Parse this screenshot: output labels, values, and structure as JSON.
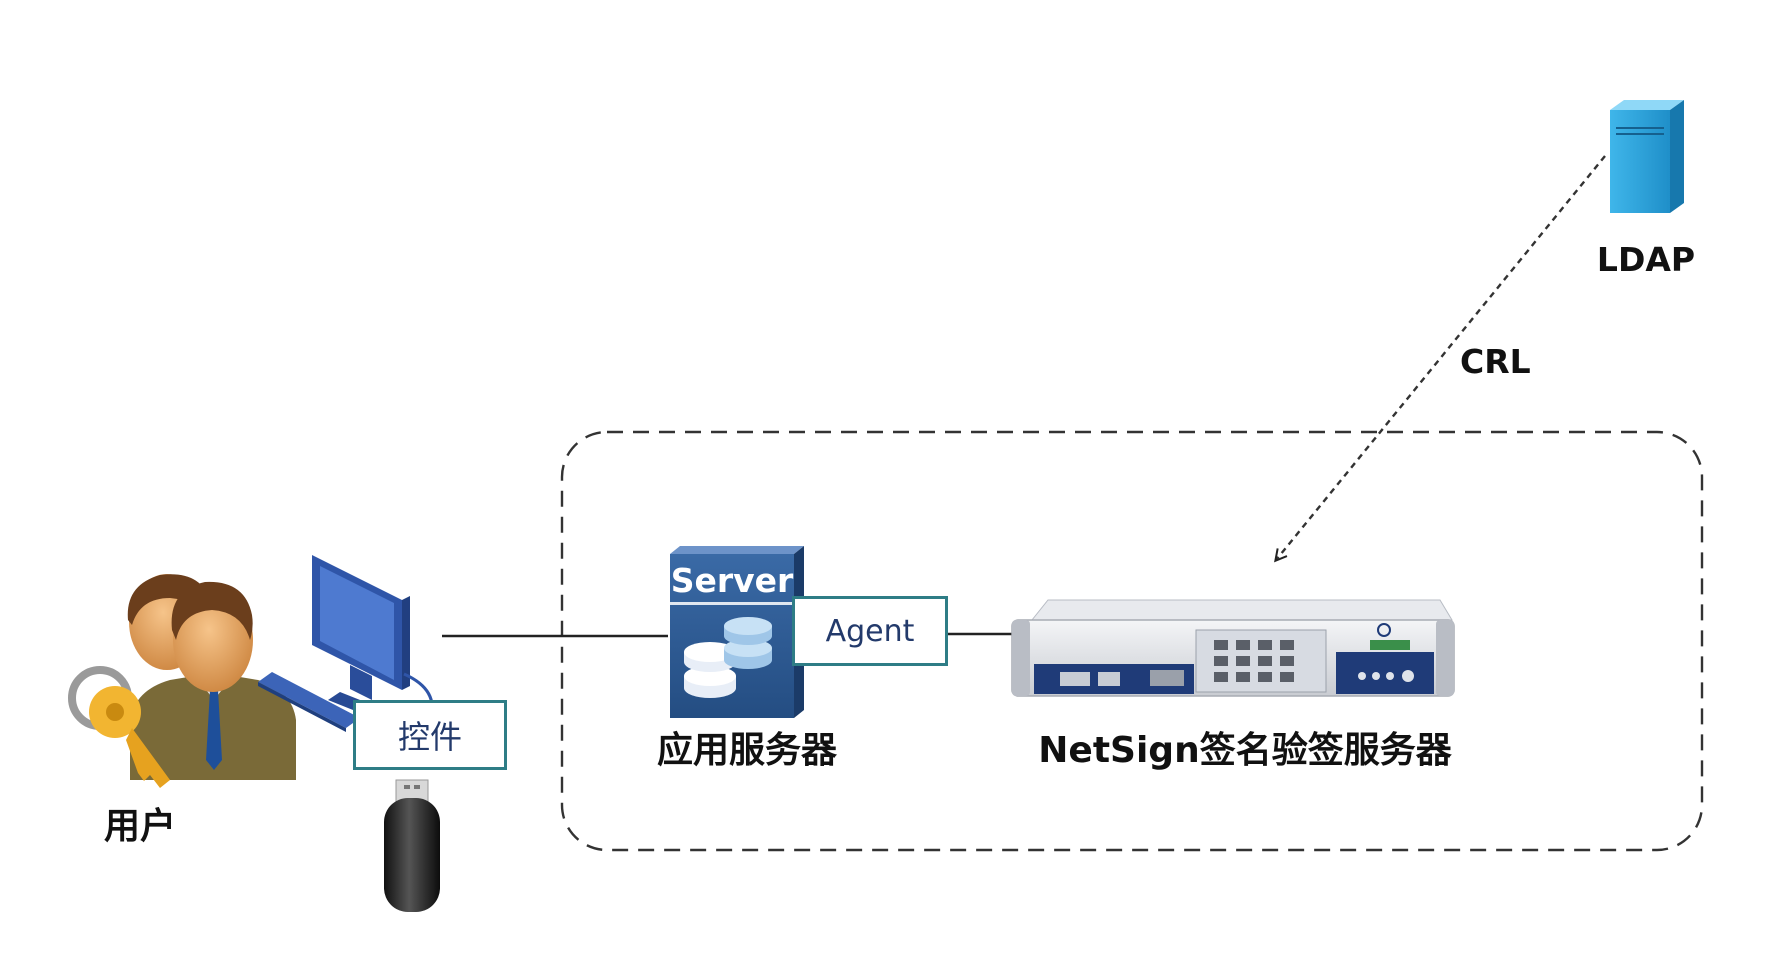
{
  "nodes": {
    "ldap": {
      "label": "LDAP"
    },
    "user": {
      "label": "用户"
    },
    "app_server": {
      "label": "应用服务器",
      "badge": "Server"
    },
    "netsign": {
      "label": "NetSign签名验签服务器"
    }
  },
  "boxes": {
    "control": {
      "label": "控件"
    },
    "agent": {
      "label": "Agent"
    }
  },
  "edges": {
    "crl": {
      "label": "CRL"
    }
  },
  "colors": {
    "box_border": "#2e7d86",
    "box_text": "#233a6b",
    "server_blue": "#2f5d96",
    "ldap_blue": "#2aa8e0",
    "line": "#222222"
  }
}
